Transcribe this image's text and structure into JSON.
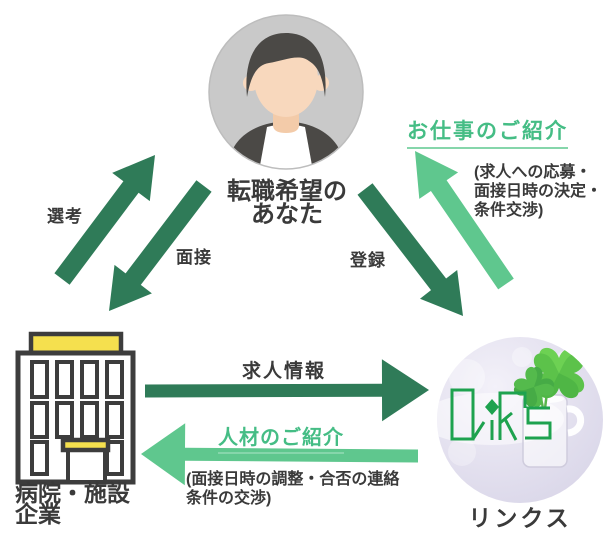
{
  "diagram": {
    "job_seeker": {
      "name_line1": "転職希望の",
      "name_line2": "あなた"
    },
    "hospital": {
      "name_line1": "病院・施設",
      "name_line2": "企業"
    },
    "agency": {
      "name": "リンクス"
    },
    "flows": {
      "selection": "選考",
      "interview": "面接",
      "registration": "登録",
      "job_intro": "お仕事のご紹介",
      "job_intro_note": "(求人への応募・\n面接日時の決定・\n条件交渉)",
      "job_info": "求人情報",
      "candidate_intro": "人材のご紹介",
      "candidate_intro_note": "(面接日時の調整・合否の連絡\n条件の交渉)"
    }
  },
  "colors": {
    "dark_green": "#2F7B58",
    "light_green": "#5FC78E",
    "green_text": "#45BD85",
    "underline_green": "#86D6AB",
    "text_dark": "#3A3A3A",
    "icon_outline": "#3D3D3D",
    "accent_yellow": "#F5E04E",
    "logo_green": "#1EA24F"
  }
}
